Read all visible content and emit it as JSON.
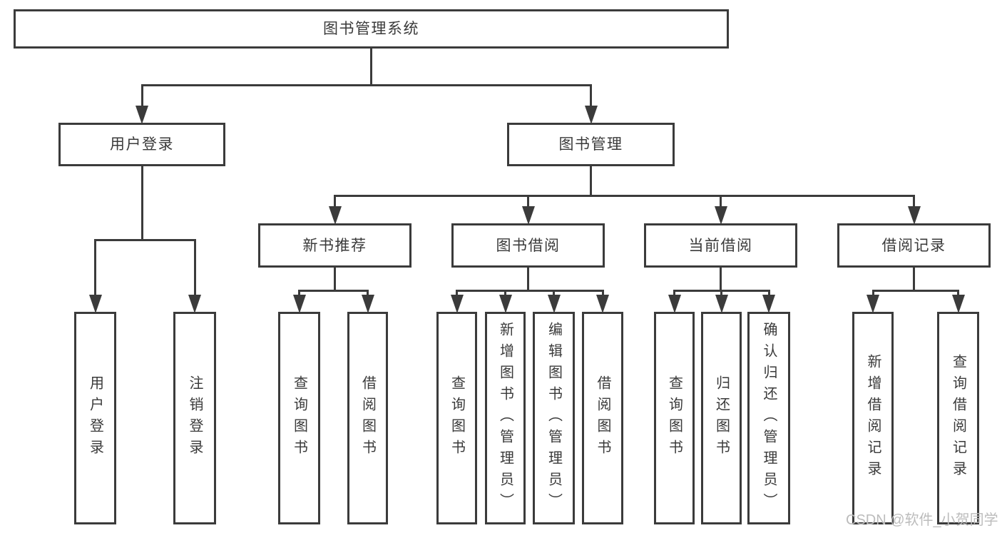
{
  "diagram": {
    "type": "tree",
    "title": "图书管理系统",
    "nodes": [
      {
        "id": "root",
        "label": "图书管理系统",
        "parent": null,
        "orientation": "horizontal"
      },
      {
        "id": "login",
        "label": "用户登录",
        "parent": "root",
        "orientation": "horizontal"
      },
      {
        "id": "mgmt",
        "label": "图书管理",
        "parent": "root",
        "orientation": "horizontal"
      },
      {
        "id": "newbook",
        "label": "新书推荐",
        "parent": "mgmt",
        "orientation": "horizontal"
      },
      {
        "id": "borrow",
        "label": "图书借阅",
        "parent": "mgmt",
        "orientation": "horizontal"
      },
      {
        "id": "current",
        "label": "当前借阅",
        "parent": "mgmt",
        "orientation": "horizontal"
      },
      {
        "id": "record",
        "label": "借阅记录",
        "parent": "mgmt",
        "orientation": "horizontal"
      },
      {
        "id": "login-user",
        "label": "用户登录",
        "parent": "login",
        "orientation": "vertical"
      },
      {
        "id": "login-logout",
        "label": "注销登录",
        "parent": "login",
        "orientation": "vertical"
      },
      {
        "id": "newbook-query",
        "label": "查询图书",
        "parent": "newbook",
        "orientation": "vertical"
      },
      {
        "id": "newbook-borrow",
        "label": "借阅图书",
        "parent": "newbook",
        "orientation": "vertical"
      },
      {
        "id": "borrow-query",
        "label": "查询图书",
        "parent": "borrow",
        "orientation": "vertical"
      },
      {
        "id": "borrow-add",
        "label": "新增图书（管理员）",
        "parent": "borrow",
        "orientation": "vertical"
      },
      {
        "id": "borrow-edit",
        "label": "编辑图书（管理员）",
        "parent": "borrow",
        "orientation": "vertical"
      },
      {
        "id": "borrow-borrow",
        "label": "借阅图书",
        "parent": "borrow",
        "orientation": "vertical"
      },
      {
        "id": "current-query",
        "label": "查询图书",
        "parent": "current",
        "orientation": "vertical"
      },
      {
        "id": "current-return",
        "label": "归还图书",
        "parent": "current",
        "orientation": "vertical"
      },
      {
        "id": "current-confirm",
        "label": "确认归还（管理员）",
        "parent": "current",
        "orientation": "vertical"
      },
      {
        "id": "record-add",
        "label": "新增借阅记录",
        "parent": "record",
        "orientation": "vertical"
      },
      {
        "id": "record-query",
        "label": "查询借阅记录",
        "parent": "record",
        "orientation": "vertical"
      }
    ]
  },
  "watermark": {
    "text": "CSDN @软件_小贺同学"
  },
  "colors": {
    "line": "#3b3b3b",
    "text": "#3a3a3a",
    "background": "#ffffff",
    "watermark": "#bcbcbc"
  }
}
